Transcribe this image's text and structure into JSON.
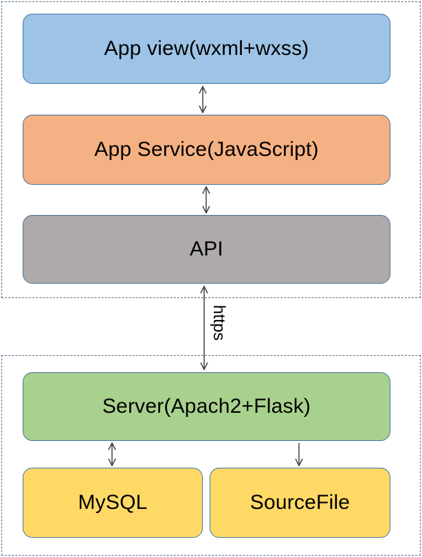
{
  "groups": [
    {
      "name": "client-layer-frame"
    },
    {
      "name": "server-layer-frame"
    }
  ],
  "boxes": {
    "app_view": {
      "label": "App view(wxml+wxss)",
      "fill": "#9dc3e6"
    },
    "app_service": {
      "label": "App Service(JavaScript)",
      "fill": "#f4b183"
    },
    "api": {
      "label": "API",
      "fill": "#aeaaaa"
    },
    "server": {
      "label": "Server(Apach2+Flask)",
      "fill": "#a9d18e"
    },
    "mysql": {
      "label": "MySQL",
      "fill": "#ffd966"
    },
    "sourcefile": {
      "label": "SourceFile",
      "fill": "#ffd966"
    }
  },
  "connectors": [
    {
      "from": "App view(wxml+wxss)",
      "to": "App Service(JavaScript)",
      "direction": "bidirectional"
    },
    {
      "from": "App Service(JavaScript)",
      "to": "API",
      "direction": "bidirectional"
    },
    {
      "from": "API",
      "to": "Server(Apach2+Flask)",
      "direction": "bidirectional",
      "label": "https"
    },
    {
      "from": "Server(Apach2+Flask)",
      "to": "MySQL",
      "direction": "bidirectional"
    },
    {
      "from": "Server(Apach2+Flask)",
      "to": "SourceFile",
      "direction": "one-way"
    }
  ],
  "colors": {
    "box_border": "#41719c",
    "frame_border": "#4f6b84",
    "connector": "#404040"
  }
}
